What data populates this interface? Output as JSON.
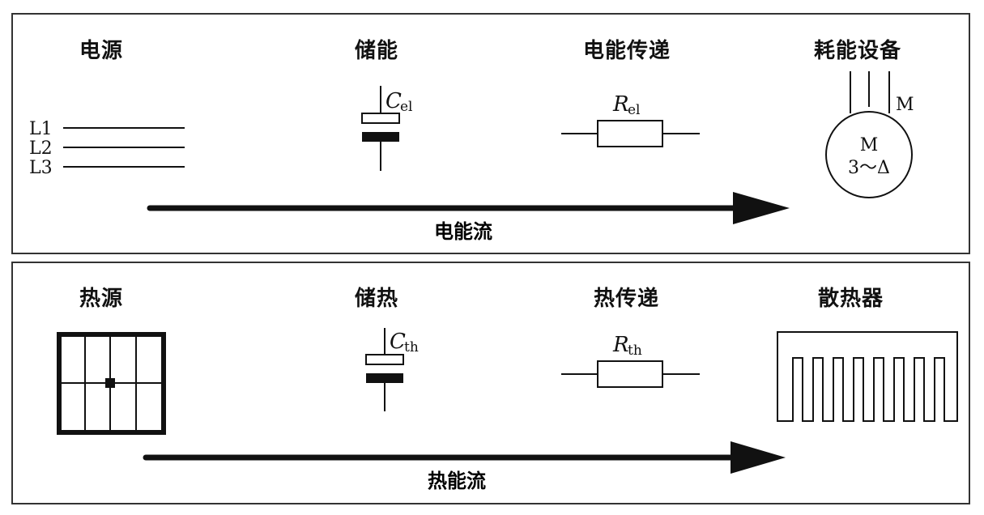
{
  "electric": {
    "headings": {
      "source": "电源",
      "storage": "储能",
      "transfer": "电能传递",
      "consumer": "耗能设备"
    },
    "lines": [
      "L1",
      "L2",
      "L3"
    ],
    "capacitor": {
      "symbol": "C",
      "subscript": "el"
    },
    "resistor": {
      "symbol": "R",
      "subscript": "el"
    },
    "motor": {
      "lead_label": "M",
      "name": "M",
      "type": "3～Δ"
    },
    "flow_label": "电能流"
  },
  "thermal": {
    "headings": {
      "source": "热源",
      "storage": "储热",
      "transfer": "热传递",
      "sink": "散热器"
    },
    "capacitor": {
      "symbol": "C",
      "subscript": "th"
    },
    "resistor": {
      "symbol": "R",
      "subscript": "th"
    },
    "flow_label": "热能流"
  }
}
